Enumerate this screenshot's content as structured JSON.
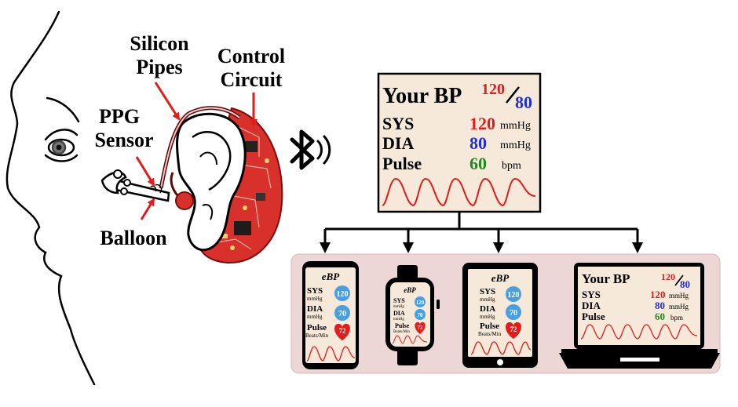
{
  "labels": {
    "silicon_pipes": [
      "Silicon",
      "Pipes"
    ],
    "control_circuit": [
      "Control",
      "Circuit"
    ],
    "ppg_sensor": [
      "PPG",
      "Sensor"
    ],
    "balloon": "Balloon"
  },
  "main_display": {
    "title": "Your BP",
    "sys_frac": "120",
    "dia_frac": "80",
    "rows": [
      {
        "label": "SYS",
        "value": "120",
        "unit": "mmHg"
      },
      {
        "label": "DIA",
        "value": "80",
        "unit": "mmHg"
      },
      {
        "label": "Pulse",
        "value": "60",
        "unit": "bpm"
      }
    ]
  },
  "phone": {
    "app": "eBP",
    "sys_label": "SYS",
    "sys_unit": "mmHg",
    "sys_value": "120",
    "dia_label": "DIA",
    "dia_unit": "mmHg",
    "dia_value": "70",
    "pulse_label": "Pulse",
    "pulse_unit": "Beats/Min",
    "pulse_value": "72"
  },
  "watch": {
    "app": "eBP",
    "sys_label": "SYS",
    "sys_unit": "mmHg",
    "sys_value": "120",
    "dia_label": "DIA",
    "dia_unit": "mmHg",
    "dia_value": "70",
    "pulse_label": "Pulse",
    "pulse_unit": "Beats/Min",
    "pulse_value": "72"
  },
  "tablet": {
    "app": "eBP",
    "sys_label": "SYS",
    "sys_unit": "mmHg",
    "sys_value": "120",
    "dia_label": "DIA",
    "dia_unit": "mmHg",
    "dia_value": "70",
    "pulse_label": "Pulse",
    "pulse_unit": "Beats/Min",
    "pulse_value": "72"
  },
  "laptop": {
    "title": "Your BP",
    "sys_frac": "120",
    "dia_frac": "80",
    "rows": [
      {
        "label": "SYS",
        "value": "120",
        "unit": "mmHg"
      },
      {
        "label": "DIA",
        "value": "80",
        "unit": "mmHg"
      },
      {
        "label": "Pulse",
        "value": "60",
        "unit": "bpm"
      }
    ]
  },
  "colors": {
    "red": "#e31b1b",
    "blue": "#1f2fd6",
    "green": "#1f8a1f",
    "screen_bg": "#f6e9da",
    "panel_bg": "#edd6d6",
    "circle_blue": "#4a9fe0",
    "circuit_red": "#d8312b"
  },
  "icons": [
    "bluetooth-icon",
    "heart-icon",
    "ear-icon",
    "face-profile-icon",
    "pcb-icon"
  ]
}
